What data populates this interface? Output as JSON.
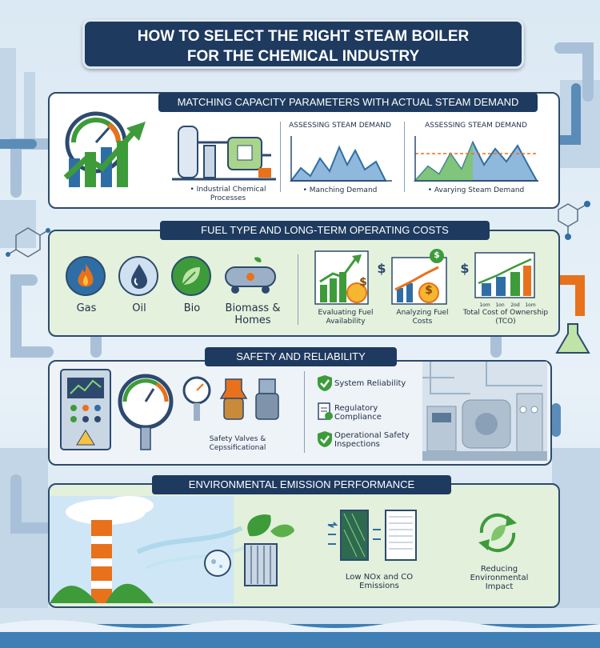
{
  "title": {
    "line1": "HOW TO SELECT THE RIGHT STEAM BOILER",
    "line2": "FOR THE CHEMICAL INDUSTRY"
  },
  "sections": {
    "capacity": {
      "heading": "MATCHING CAPACITY PARAMETERS WITH ACTUAL STEAM DEMAND",
      "items": [
        {
          "label": "• Industrial Chemical Processes"
        },
        {
          "caption": "ASSESSING STEAM DEMAND",
          "label": "• Manching Demand"
        },
        {
          "caption": "ASSESSING STEAM DEMAND",
          "label": "• Avarying Steam Demand"
        }
      ]
    },
    "fuel": {
      "heading": "FUEL TYPE AND LONG-TERM OPERATING COSTS",
      "fuels": [
        "Gas",
        "Oil",
        "Bio",
        "Biomass & Homes"
      ],
      "analysis": [
        {
          "label": "Evaluating Fuel Availability"
        },
        {
          "label": "Analyzing Fuel Costs"
        },
        {
          "label": "Total Cost of Ownership (TCO)"
        }
      ],
      "tco_ticks": [
        "1om",
        "1on",
        "2od",
        "1om"
      ],
      "dollar": "$",
      "coin": "$"
    },
    "safety": {
      "heading": "SAFETY AND RELIABILITY",
      "valves_label": "Safety Valves & Cepssificational",
      "checks": [
        "System Reliability",
        "Regulatory Compliance",
        "Operational Safety Inspections"
      ]
    },
    "emissions": {
      "heading": "ENVIRONMENTAL EMISSION PERFORMANCE",
      "filter_label": "Low NOx and CO Emissions",
      "impact_label": "Reducing Environmental Impact"
    }
  },
  "colors": {
    "navy": "#1e3a5f",
    "green": "#3d9b3a",
    "orange": "#e8711c",
    "blue": "#2f6ea5",
    "light_green": "#e4f1dc"
  }
}
